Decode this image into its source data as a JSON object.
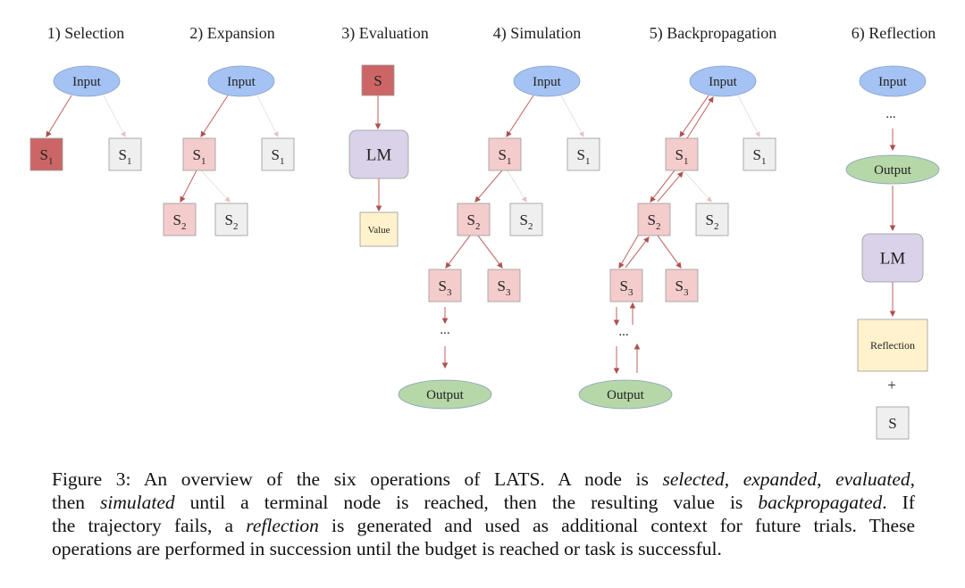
{
  "colors": {
    "selected": "#cc6666",
    "expanded": "#f4cccc",
    "unexplored": "#efefef",
    "input": "#a4c2f4",
    "output": "#b6d7a8",
    "lm": "#d9d2e9",
    "value": "#fff2cc",
    "edge": "#c98a8a",
    "edge_strong": "#a33a3a"
  },
  "panels": [
    {
      "title": "1) Selection",
      "nodes": {
        "input": "Input",
        "s1a": [
          "S",
          "1"
        ],
        "s1b": [
          "S",
          "1"
        ]
      }
    },
    {
      "title": "2) Expansion",
      "nodes": {
        "input": "Input",
        "s1a": [
          "S",
          "1"
        ],
        "s1b": [
          "S",
          "1"
        ],
        "s2a": [
          "S",
          "2"
        ],
        "s2b": [
          "S",
          "2"
        ]
      }
    },
    {
      "title": "3) Evaluation",
      "nodes": {
        "s": "S",
        "lm": "LM",
        "value": "Value"
      }
    },
    {
      "title": "4) Simulation",
      "nodes": {
        "input": "Input",
        "s1a": [
          "S",
          "1"
        ],
        "s1b": [
          "S",
          "1"
        ],
        "s2a": [
          "S",
          "2"
        ],
        "s2b": [
          "S",
          "2"
        ],
        "s3a": [
          "S",
          "3"
        ],
        "s3b": [
          "S",
          "3"
        ],
        "dots": "...",
        "output": "Output"
      }
    },
    {
      "title": "5) Backpropagation",
      "nodes": {
        "input": "Input",
        "s1a": [
          "S",
          "1"
        ],
        "s1b": [
          "S",
          "1"
        ],
        "s2a": [
          "S",
          "2"
        ],
        "s2b": [
          "S",
          "2"
        ],
        "s3a": [
          "S",
          "3"
        ],
        "s3b": [
          "S",
          "3"
        ],
        "dots": "...",
        "output": "Output"
      }
    },
    {
      "title": "6) Reflection",
      "nodes": {
        "input": "Input",
        "dots": "...",
        "output": "Output",
        "lm": "LM",
        "reflection": "Reflection",
        "plus": "+",
        "s": "S"
      }
    }
  ],
  "caption": [
    [
      {
        "t": "Figure 3:  An overview of the six operations of LATS. A node is "
      },
      {
        "t": "selected",
        "i": true
      },
      {
        "t": ", "
      },
      {
        "t": "expanded",
        "i": true
      },
      {
        "t": ", "
      },
      {
        "t": "evaluated",
        "i": true
      },
      {
        "t": ","
      }
    ],
    [
      {
        "t": "then "
      },
      {
        "t": "simulated",
        "i": true
      },
      {
        "t": " until a terminal node is reached, then the resulting value is "
      },
      {
        "t": "backpropagated",
        "i": true
      },
      {
        "t": ".  If"
      }
    ],
    [
      {
        "t": "the trajectory fails, a "
      },
      {
        "t": "reflection",
        "i": true
      },
      {
        "t": " is generated and used as additional context for future trials.  These"
      }
    ],
    [
      {
        "t": "operations are performed in succession until the budget is reached or task is successful."
      }
    ]
  ]
}
